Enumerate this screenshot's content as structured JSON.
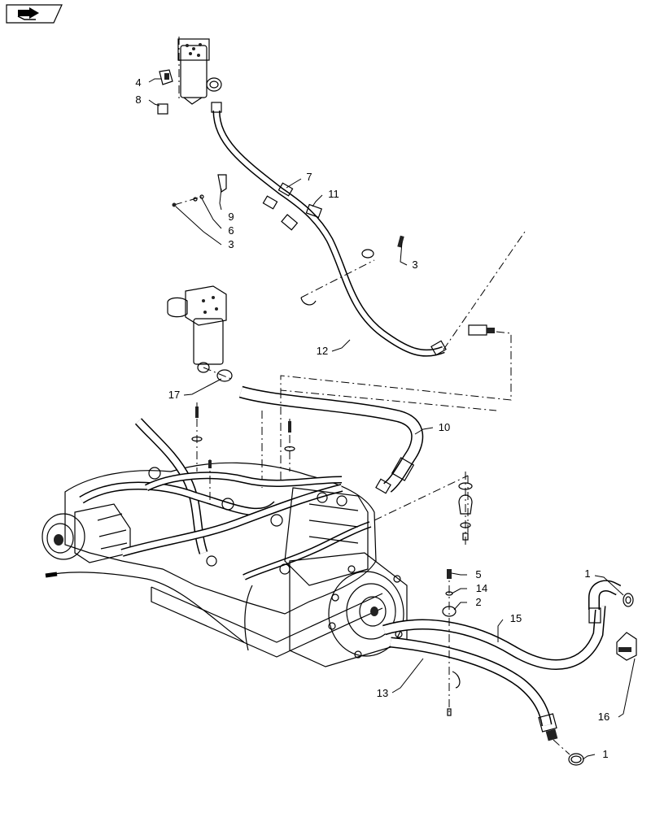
{
  "nav_icon": {
    "name": "previous-page-arrow-icon"
  },
  "callouts": [
    {
      "id": "c1a",
      "label": "1"
    },
    {
      "id": "c1b",
      "label": "1"
    },
    {
      "id": "c2",
      "label": "2"
    },
    {
      "id": "c3a",
      "label": "3"
    },
    {
      "id": "c3b",
      "label": "3"
    },
    {
      "id": "c4",
      "label": "4"
    },
    {
      "id": "c5",
      "label": "5"
    },
    {
      "id": "c6",
      "label": "6"
    },
    {
      "id": "c7",
      "label": "7"
    },
    {
      "id": "c8",
      "label": "8"
    },
    {
      "id": "c9",
      "label": "9"
    },
    {
      "id": "c10",
      "label": "10"
    },
    {
      "id": "c11",
      "label": "11"
    },
    {
      "id": "c12",
      "label": "12"
    },
    {
      "id": "c13",
      "label": "13"
    },
    {
      "id": "c14",
      "label": "14"
    },
    {
      "id": "c15",
      "label": "15"
    },
    {
      "id": "c16",
      "label": "16"
    },
    {
      "id": "c17",
      "label": "17"
    }
  ]
}
